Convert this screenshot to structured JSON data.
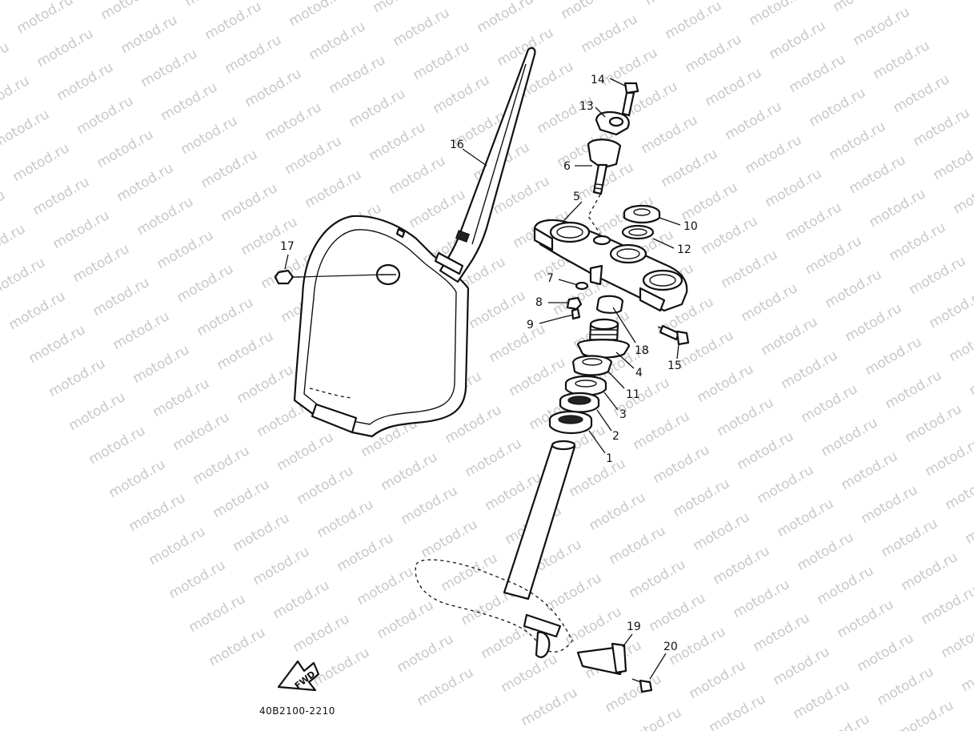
{
  "diagram": {
    "drawing_code": "40B2100-2210",
    "direction_label": "FWD",
    "watermark_text": "motod.ru",
    "callouts": [
      "1",
      "2",
      "3",
      "4",
      "5",
      "6",
      "7",
      "8",
      "9",
      "10",
      "11",
      "12",
      "13",
      "14",
      "15",
      "16",
      "17",
      "18",
      "19",
      "20"
    ]
  }
}
